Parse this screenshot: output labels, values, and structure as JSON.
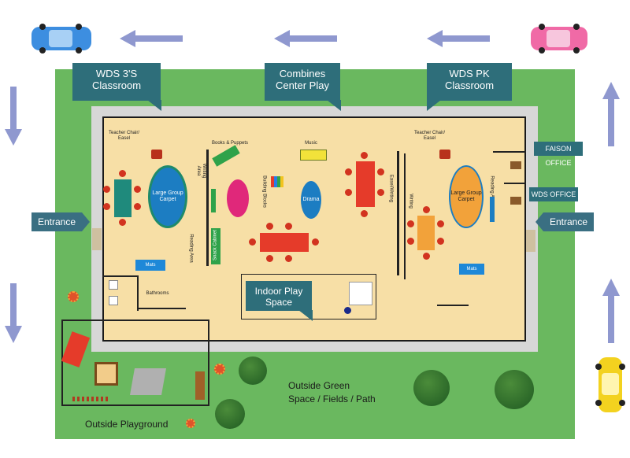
{
  "callouts": {
    "wds3s": "WDS 3'S\nClassroom",
    "combined": "Combines\nCenter Play",
    "wdspk": "WDS PK\nClassroom"
  },
  "entrances": {
    "left": "Entrance",
    "right": "Entrance"
  },
  "offices": {
    "faison": "FAISON OFFICE",
    "wds": "WDS OFFICE"
  },
  "labels": {
    "teacher_chair_left": "Teacher Chair/\nEasel",
    "teacher_chair_right": "Teacher Chair/\nEasel",
    "large_group_left": "Large Group\nCarpet",
    "large_group_right": "Large Group\nCarpet",
    "writing_area": "Writing Area",
    "books_puppets": "Books & Puppets",
    "building_blocks": "Building Blocks",
    "drama": "Drama",
    "music": "Music",
    "easel_writing": "Easel/Writing",
    "writing": "Writing",
    "reading_area_left": "Reading Area",
    "reading_area_right": "Reading Area",
    "snack_cabinet": "Snack Cabinet",
    "mats_left": "Mats",
    "mats_right": "Mats",
    "bathrooms": "Bathrooms",
    "indoor_play": "Indoor Play\nSpace",
    "outside_green": "Outside Green\nSpace / Fields / Path",
    "outside_playground": "Outside Playground"
  },
  "colors": {
    "lawn": "#6ab85f",
    "floor": "#f7dfa6",
    "callout": "#2e6e7a",
    "arrow": "#8f98cf",
    "chair": "#d2331f",
    "car_blue": "#3d8ee0",
    "car_pink": "#f06aa6",
    "car_yellow": "#f3d21f"
  },
  "icons": [
    "car-blue-icon",
    "car-pink-icon",
    "car-yellow-icon",
    "arrow-left-icon",
    "arrow-down-icon",
    "arrow-up-icon",
    "tree-icon",
    "flower-icon",
    "slide-icon",
    "sandbox-icon"
  ]
}
